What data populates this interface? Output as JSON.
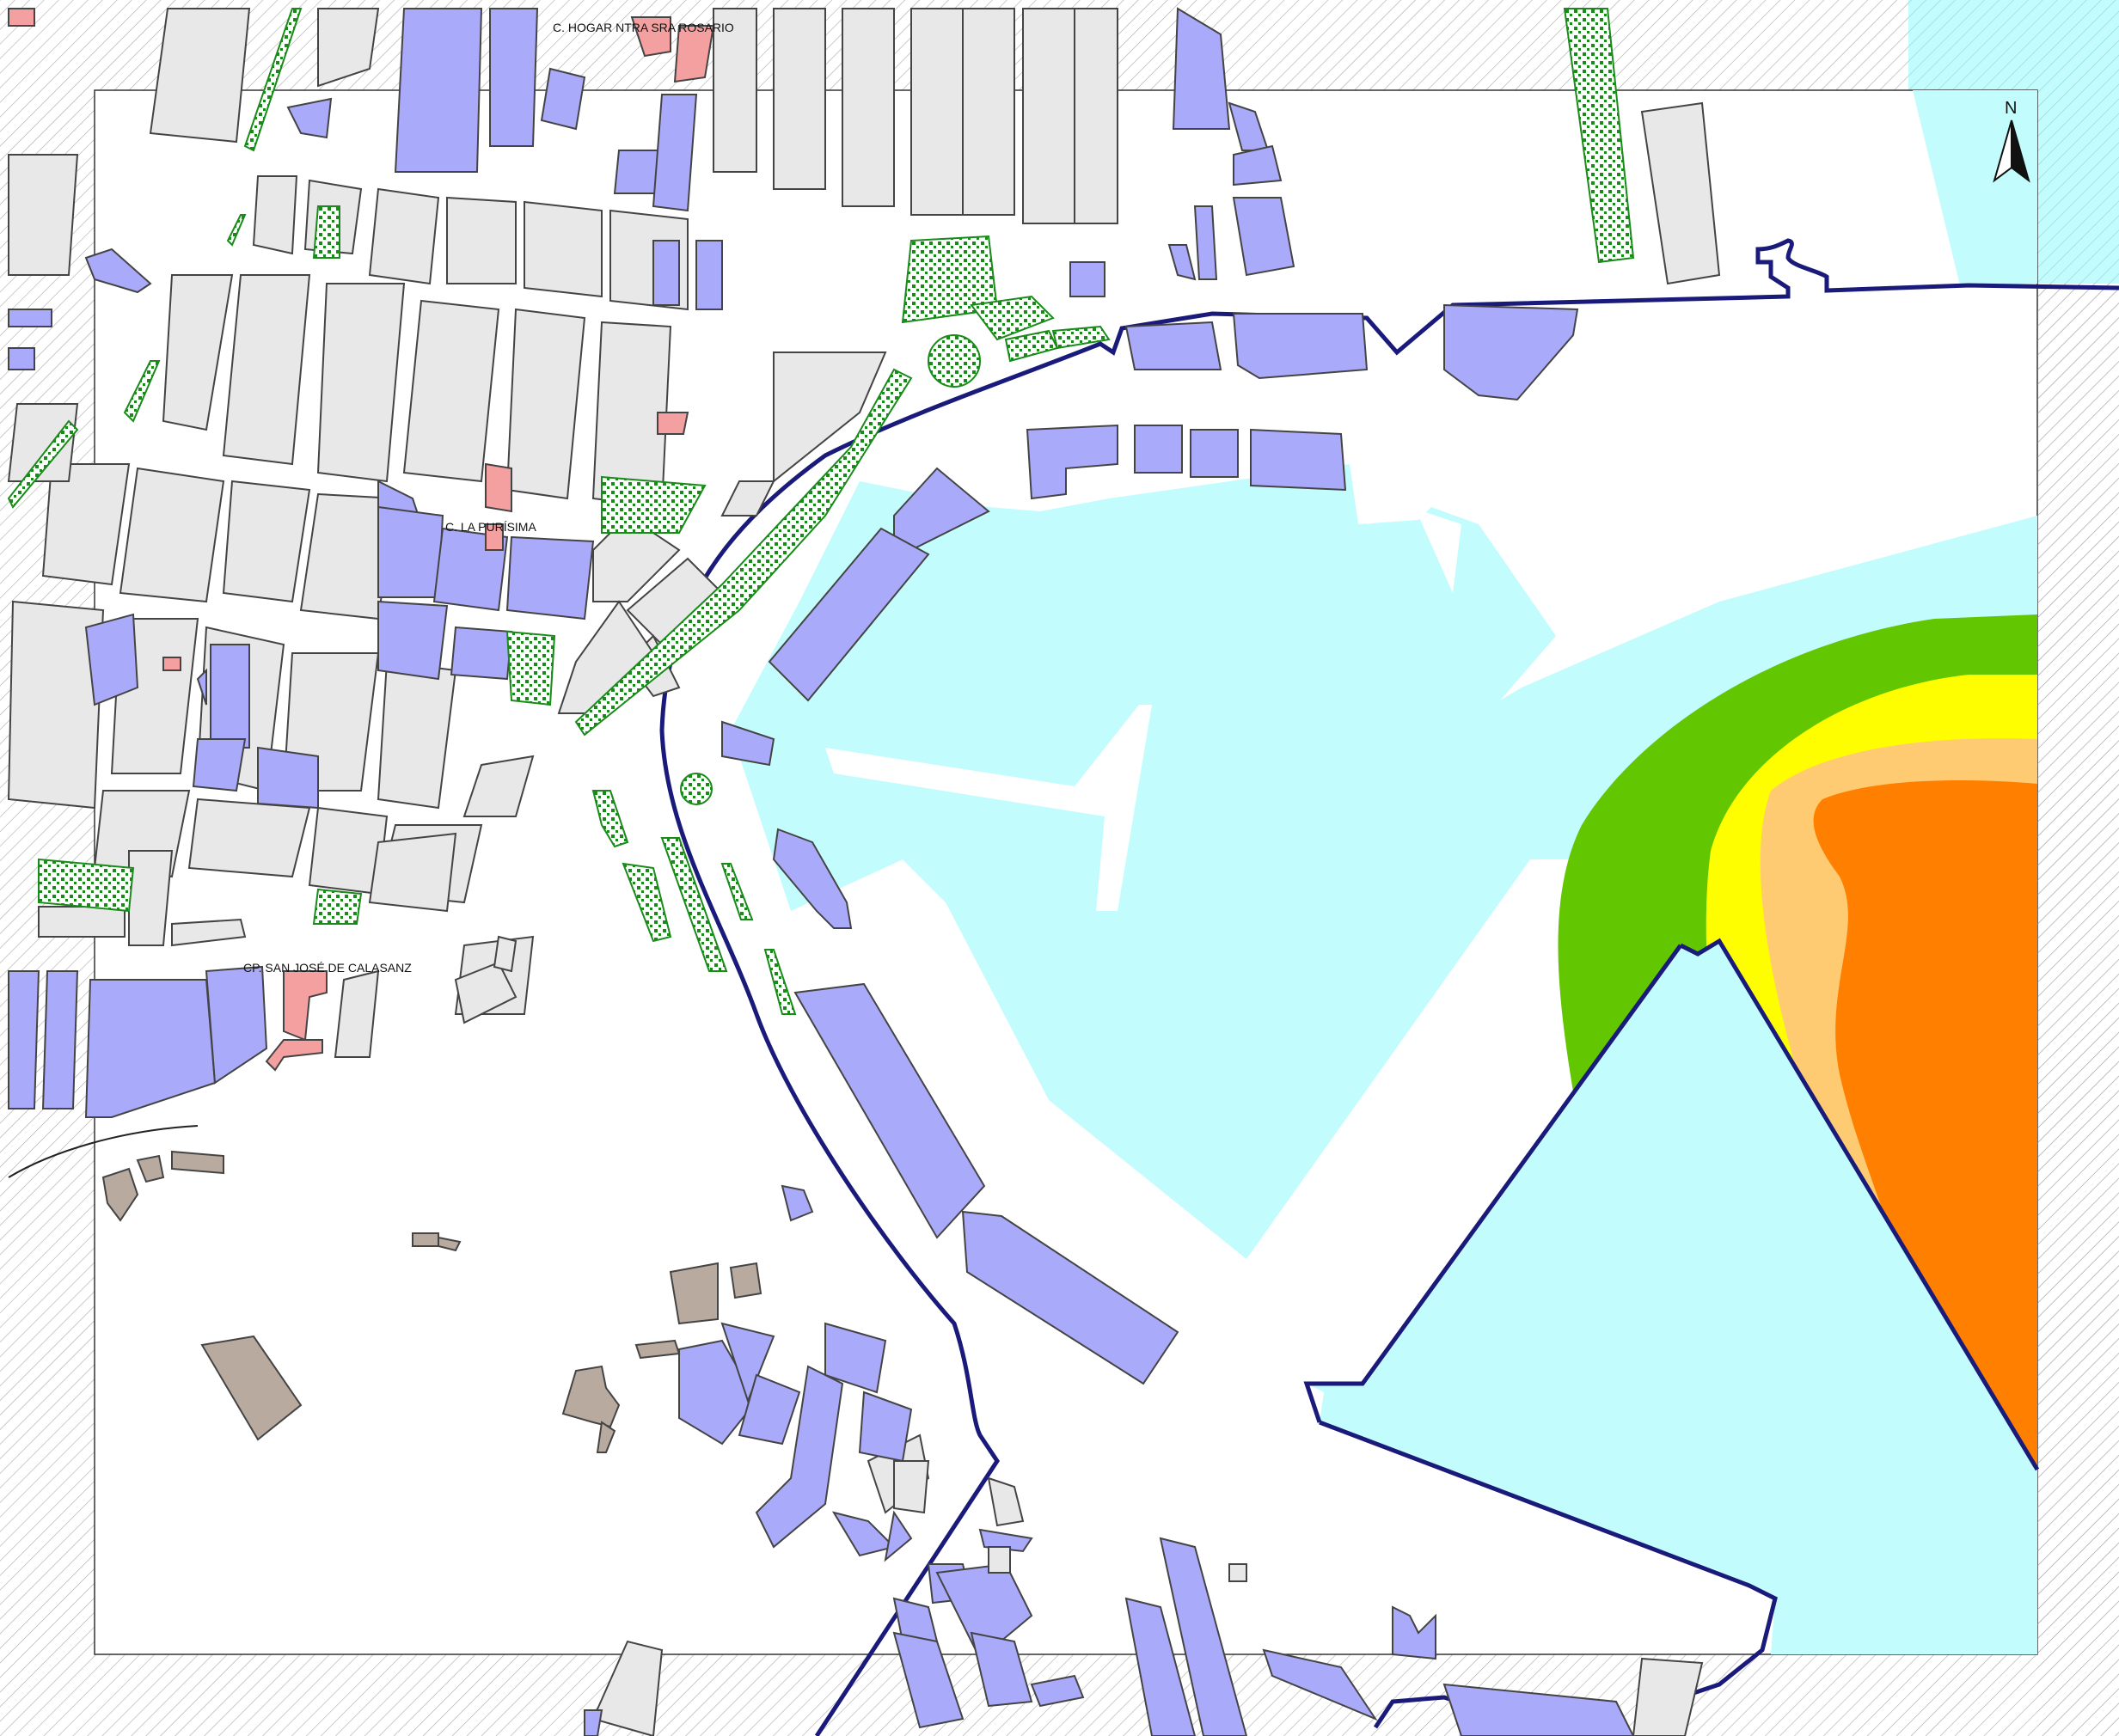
{
  "map": {
    "labels": {
      "hogar": "C. HOGAR NTRA SRA ROSARIO",
      "purisima": "C. LA PURÍSIMA",
      "calasanz": "CP. SAN JOSÉ DE CALASANZ"
    },
    "north_label": "N",
    "colors": {
      "water": "#c2fcfd",
      "building_gray": "#e8e8e8",
      "building_blue": "#aaaafa",
      "building_pink": "#f5a0a0",
      "building_brown": "#b8aa9e",
      "park_green": "#1a8a1a",
      "boundary_navy": "#1a1a7a",
      "zone_green": "#62c600",
      "zone_yellow": "#fefe00",
      "zone_light_orange": "#ffcb72",
      "zone_orange": "#ff8000",
      "hatch": "#999999"
    }
  }
}
